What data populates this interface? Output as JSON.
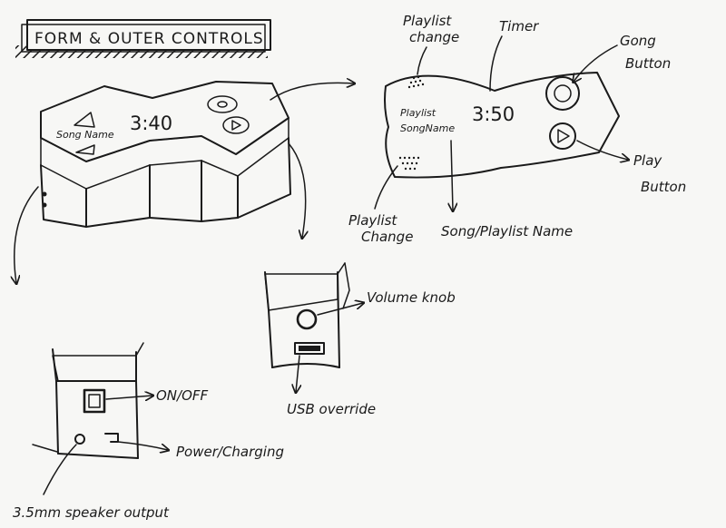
{
  "title": "FORM & OUTER CONTROLS",
  "main_device": {
    "song_label": "Song Name",
    "time": "3:40"
  },
  "top_view": {
    "playlist_line1": "Playlist",
    "playlist_line2": "SongName",
    "time": "3:50"
  },
  "callouts": {
    "playlist_change_top": [
      "Playlist",
      "change"
    ],
    "timer": "Timer",
    "gong_button": [
      "Gong",
      "Button"
    ],
    "play_button": [
      "Play",
      "Button"
    ],
    "playlist_change_bottom": [
      "Playlist",
      "Change"
    ],
    "song_playlist_name": "Song/Playlist Name",
    "volume_knob": "Volume knob",
    "usb_override": "USB override",
    "on_off": "ON/OFF",
    "power_charging": "Power/Charging",
    "speaker_output": "3.5mm speaker output"
  }
}
